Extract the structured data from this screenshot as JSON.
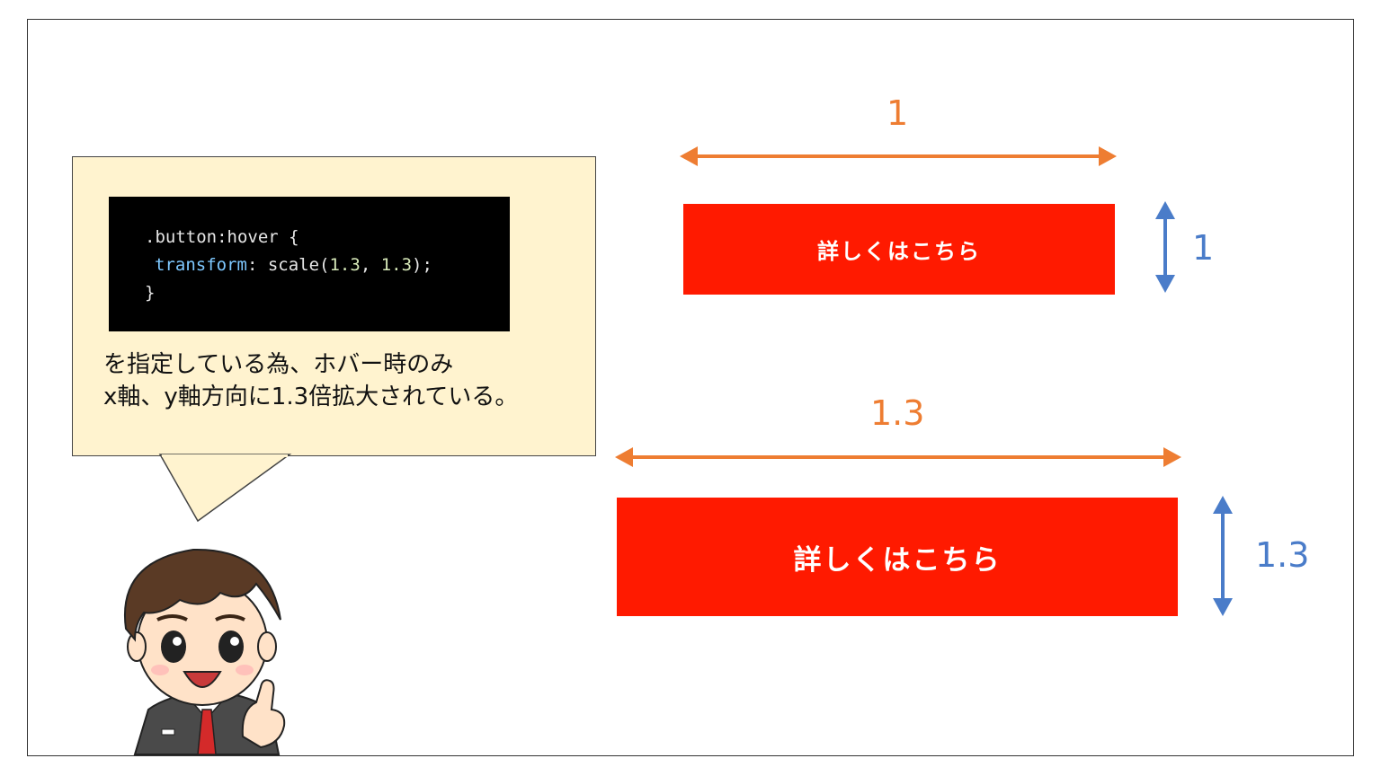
{
  "code": {
    "selector_line": ".button:hover {",
    "property": "transform",
    "colon": ": ",
    "function_open": "scale(",
    "value_x": "1.3",
    "separator": ", ",
    "value_y": "1.3",
    "function_close": ");",
    "closing_brace": "}"
  },
  "description": {
    "line1": "を指定している為、ホバー時のみ",
    "line2": "x軸、y軸方向に1.3倍拡大されている。"
  },
  "buttons": {
    "original_label": "詳しくはこちら",
    "scaled_label": "詳しくはこちら"
  },
  "scales": {
    "original_width": "1",
    "original_height": "1",
    "scaled_width": "1.3",
    "scaled_height": "1.3"
  },
  "colors": {
    "button_red": "#ff1a00",
    "width_arrow_orange": "#ee7d32",
    "height_arrow_blue": "#4a7cc9",
    "bubble_fill": "#fff3cf"
  },
  "icons": {
    "character": "businessman-pointing-icon"
  }
}
